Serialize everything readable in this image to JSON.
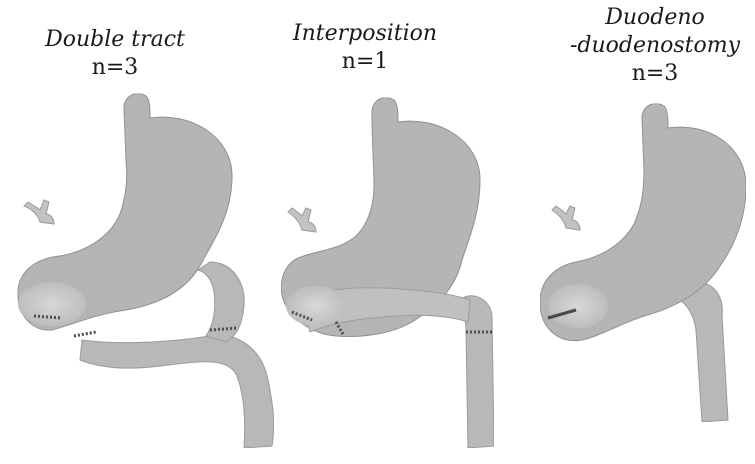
{
  "panels": [
    {
      "title": "Double tract",
      "count": "n=3"
    },
    {
      "title": "Interposition",
      "count": "n=1"
    },
    {
      "title_line1": "Duodeno",
      "title_line2": "-duodenostomy",
      "count": "n=3"
    }
  ],
  "colors": {
    "organ_fill": "#b9b9b9",
    "organ_light": "#dadada",
    "organ_edge": "#8e8e8e",
    "suture": "#2a2a2a",
    "text": "#1a1a1a"
  }
}
